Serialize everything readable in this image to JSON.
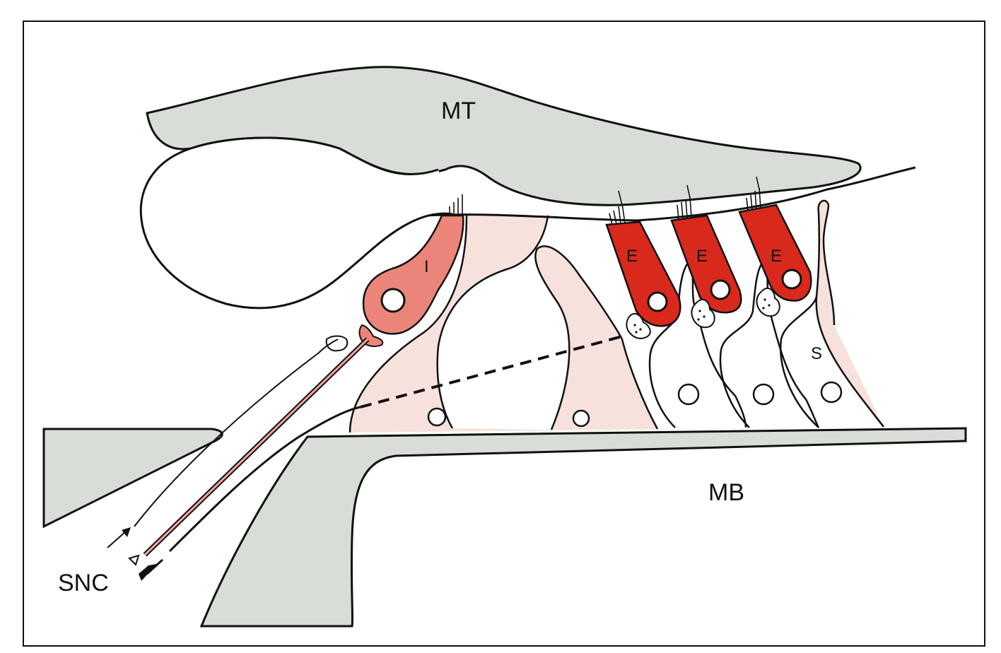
{
  "labels": {
    "mt": "MT",
    "mb": "MB",
    "snc": "SNC",
    "inner_hair_cell": "I",
    "outer_hair_cell_1": "E",
    "outer_hair_cell_2": "E",
    "outer_hair_cell_3": "E",
    "support_cell": "S"
  },
  "colors": {
    "membrane_gray": "#d9ddd7",
    "support_pink": "#f7e1dc",
    "inner_hair_cell": "#ec8579",
    "outer_hair_cell": "#d8291c",
    "outline": "#111111"
  }
}
